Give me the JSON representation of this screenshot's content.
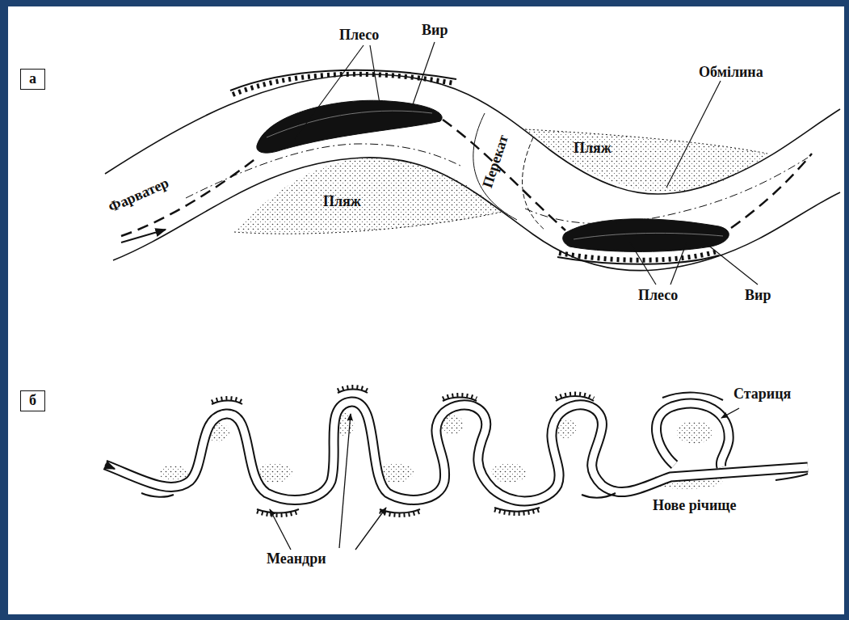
{
  "diagram": {
    "nodes": [
      {
        "text": [
          "а"
        ]
      },
      {
        "text": [
          "б"
        ]
      }
    ],
    "labels": [
      "Плесо",
      "Вир",
      "Обмілина",
      "Фарватер",
      "Пляж",
      "Перекат",
      "Пляж",
      "Плесо",
      "Вир",
      "Стариця",
      "Меандри",
      "Нове річище"
    ]
  }
}
